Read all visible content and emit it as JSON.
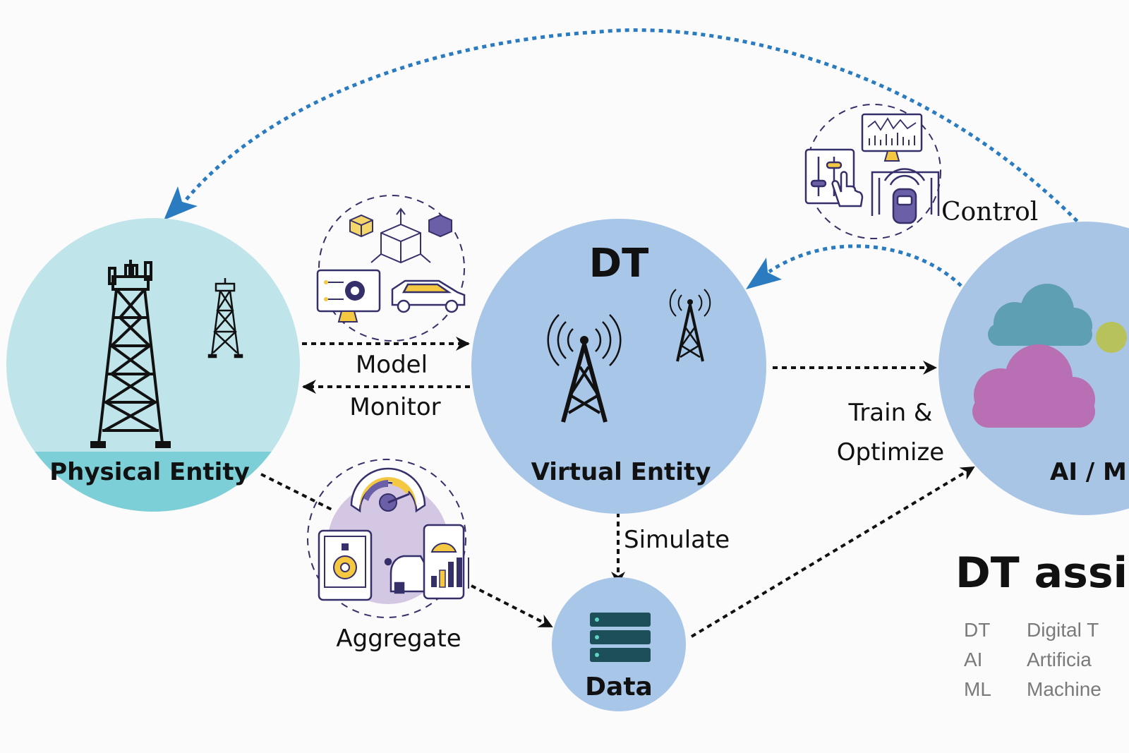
{
  "nodes": {
    "physical": {
      "label": "Physical Entity"
    },
    "virtual": {
      "title": "DT",
      "label": "Virtual Entity"
    },
    "data": {
      "label": "Data"
    },
    "ai": {
      "label": "AI / M"
    }
  },
  "edges": {
    "model": "Model",
    "monitor": "Monitor",
    "simulate": "Simulate",
    "aggregate": "Aggregate",
    "train_line1": "Train &",
    "train_line2": "Optimize",
    "control": "Control"
  },
  "heading": "DT assis",
  "glossary": [
    {
      "abbr": "DT",
      "text": "Digital T"
    },
    {
      "abbr": "AI",
      "text": "Artificia"
    },
    {
      "abbr": "ML",
      "text": "Machine"
    }
  ],
  "colors": {
    "physical_circle": "#bfe4ea",
    "physical_band": "#7ccfd6",
    "node_blue": "#a8c6e8",
    "ai_circle": "#a9c5e6",
    "curve_arrow": "#2b7bc0",
    "black_arrow": "#111111",
    "server": "#1c4f57",
    "cloud_teal": "#5f9fb3",
    "cloud_magenta": "#b86fb3",
    "icon_yellow": "#f5c842",
    "icon_purple": "#6b5fa8"
  }
}
